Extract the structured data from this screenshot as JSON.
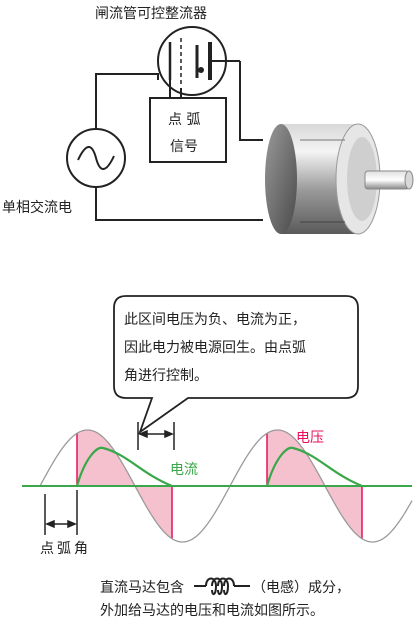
{
  "top": {
    "thyristor_label": "闸流管可控整流器",
    "source_label": "单相交流电",
    "ignition_box": {
      "line1": "点  弧",
      "line2": "信号"
    }
  },
  "bottom": {
    "callout_lines": [
      "此区间电压为负、电流为正，",
      "因此电力被电源回生。由点弧",
      "角进行控制。"
    ],
    "voltage_label": "电压",
    "current_label": "电流",
    "angle_label": "点弧角",
    "footer_line1_a": "直流马达包含",
    "footer_line1_b": "（电感）成分，",
    "footer_line2": "外加给马达的电压和电流如图所示。"
  },
  "colors": {
    "voltage": "#e8105a",
    "current": "#3aa84a",
    "fill": "#f3b6c6",
    "line": "#222222"
  },
  "icons": [
    "ac-source-icon",
    "thyristor-symbol-icon",
    "dc-motor-icon",
    "inductor-coil-icon"
  ]
}
